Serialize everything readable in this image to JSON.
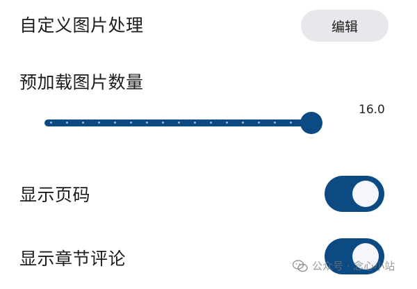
{
  "settings": {
    "custom_image": {
      "label": "自定义图片处理",
      "button_label": "编辑"
    },
    "preload": {
      "label": "预加载图片数量",
      "value_text": "16.0",
      "value": 16,
      "min": 0,
      "max": 16,
      "ticks": 16
    },
    "show_page_number": {
      "label": "显示页码",
      "enabled": true
    },
    "show_chapter_comments": {
      "label": "显示章节评论",
      "enabled": true
    }
  },
  "watermark": {
    "text": "公众号 · 念心小站",
    "icon": "wechat-icon"
  },
  "colors": {
    "accent": "#0b4a82",
    "button_bg": "#e8e8ec",
    "knob": "#f4f6fb"
  }
}
